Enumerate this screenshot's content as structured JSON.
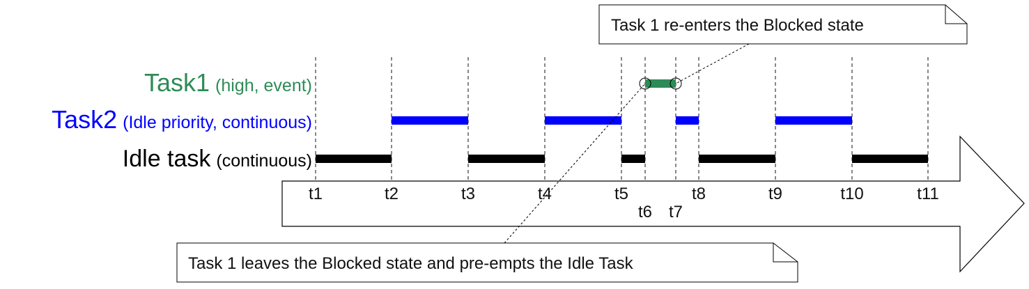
{
  "tasks": [
    {
      "id": "task1",
      "name": "Task1",
      "detail": "(high, event)",
      "color": "#2e8b57",
      "segments": [
        [
          "t6",
          "t7"
        ]
      ]
    },
    {
      "id": "task2",
      "name": "Task2",
      "detail": "(Idle priority, continuous)",
      "color": "#0000ff",
      "segments": [
        [
          "t2",
          "t3"
        ],
        [
          "t4",
          "t5"
        ],
        [
          "t7",
          "t8"
        ],
        [
          "t9",
          "t10"
        ]
      ]
    },
    {
      "id": "idle",
      "name": "Idle task",
      "detail": "(continuous)",
      "color": "#000000",
      "segments": [
        [
          "t1",
          "t2"
        ],
        [
          "t3",
          "t4"
        ],
        [
          "t5",
          "t6"
        ],
        [
          "t8",
          "t9"
        ],
        [
          "t10",
          "t11"
        ]
      ]
    }
  ],
  "ticks": [
    "t1",
    "t2",
    "t3",
    "t4",
    "t5",
    "t6",
    "t7",
    "t8",
    "t9",
    "t10",
    "t11"
  ],
  "lower_ticks": [
    "t6",
    "t7"
  ],
  "notes": {
    "reenter": {
      "text": "Task 1 re-enters the Blocked state",
      "points_to": "t7"
    },
    "leave": {
      "text": "Task 1 leaves the Blocked state and pre-empts the Idle Task",
      "points_to": "t6"
    }
  }
}
